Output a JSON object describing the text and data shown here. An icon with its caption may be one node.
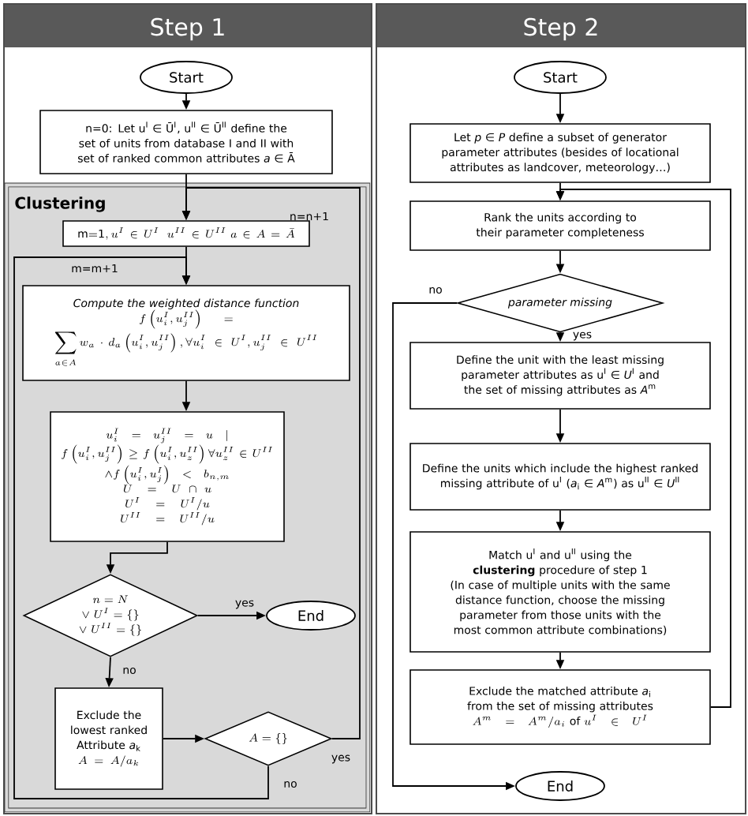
{
  "diagram": {
    "nodes": [
      {
        "text": [
          "Step 1"
        ]
      },
      {
        "text": [
          "Start"
        ],
        "in": 0
      },
      {
        "text": [
          "n=0: Let u$^{I}$ ∈ Ū$^{I}$, u$^{II}$ ∈ Ū$^{II}$ define the set of units from database I and II with set of ranked common attributes *a* ∈ Ā"
        ],
        "in": 0
      },
      {
        "text": [
          "Clustering"
        ],
        "in": 0
      },
      {
        "text": [
          "\\mathrm{m{=}1}, u^{I} \\in U^{I}\\ \\ u^{II} \\in U^{II}\\ a \\in A = \\bar{A}"
        ],
        "in": 3
      },
      {
        "text": [
          "Compute the weighted distance function",
          "f\\left(u^{I}_{i}, u^{II}_{j}\\right) =",
          "\\sum_{a \\in A} w_{a} \\cdot d_{a}\\left(u^{I}_{i}, u^{II}_{j}\\right), \\forall u^{I}_{i} \\in U^{I}, u^{II}_{j} \\in U^{II}"
        ],
        "in": 3
      },
      {
        "text": [
          "u^{I}_{i} = u^{II}_{j} = u \\mid",
          "f\\left(u^{I}_{i}, u^{II}_{j}\\right) \\geq f\\left(u^{I}_{i}, u^{II}_{z}\\right) \\forall u^{II}_{z} \\in U^{II}",
          "\\wedge f\\left(u^{I}_{i}, u^{I}_{j}\\right) < b_{n,m}",
          "U = U \\cap u",
          "U^{I} = U^{I}/u",
          "U^{II} = U^{II}/u"
        ],
        "in": 3
      },
      {
        "text": [
          "n = N",
          "\\vee\\ U^{I} = \\{\\}",
          "\\vee\\ U^{II} = \\{\\}"
        ],
        "in": 3
      },
      {
        "text": [
          "End"
        ],
        "in": 3
      },
      {
        "text": [
          "Exclude the lowest ranked Attribute *a*$_{k}$",
          "A = A/a_{k}"
        ],
        "in": 3
      },
      {
        "text": [
          "A = \\{\\}"
        ],
        "in": 3
      },
      {
        "text": [
          "Step 2"
        ]
      },
      {
        "text": [
          "Start"
        ],
        "in": 11
      },
      {
        "text": [
          "Let *p* ∈ *P* define a subset of generator parameter attributes (besides of locational attributes as landcover, meteorology…)"
        ],
        "in": 11
      },
      {
        "text": [
          "Rank the units according to their parameter completeness"
        ],
        "in": 11
      },
      {
        "text": [
          "parameter missing"
        ],
        "in": 11
      },
      {
        "text": [
          "Define the unit with the least missing parameter attributes as u$^{I}$ ∈ *U*$^{I}$ and the set of missing attributes as *A*$^{m}$"
        ],
        "in": 11
      },
      {
        "text": [
          "Define the units which include the highest ranked missing attribute of u$^{I}$ (*a*$_{i}$ ∈ *A*$^{m}$) as u$^{II}$ ∈ *U*$^{II}$"
        ],
        "in": 11
      },
      {
        "text": [
          "Match u$^{I}$ and u$^{II}$ using the **clustering** procedure of step 1",
          "(In case of multiple units with the same distance function, choose the missing parameter from those units with the most common attribute combinations)"
        ],
        "in": 11
      },
      {
        "text": [
          "Exclude the matched attribute *a*$_{i}$ from the set of missing attributes",
          "A^{m} = A^{m}/a_{i}\\ \\mathrm{of}\\ u^{I} \\in U^{I}"
        ],
        "in": 11
      },
      {
        "text": [
          "End"
        ],
        "in": 11
      }
    ],
    "edges": [
      {
        "from": 1,
        "to": 2,
        "arrow": "to"
      },
      {
        "from": 2,
        "to": 4,
        "arrow": "to"
      },
      {
        "from": 4,
        "to": 5,
        "arrow": "to"
      },
      {
        "from": 5,
        "to": 6,
        "arrow": "to"
      },
      {
        "from": 6,
        "to": 7,
        "arrow": "to"
      },
      {
        "from": 7,
        "to": 8,
        "arrow": "to",
        "label": "yes"
      },
      {
        "from": 7,
        "to": 9,
        "arrow": "to",
        "label": "no"
      },
      {
        "from": 9,
        "to": 10,
        "arrow": "to"
      },
      {
        "from": 10,
        "to": 4,
        "arrow": "to",
        "label": "yes"
      },
      {
        "from": 10,
        "to": 5,
        "arrow": "to",
        "label": "no"
      },
      {
        "from": 12,
        "to": 13,
        "arrow": "to"
      },
      {
        "from": 13,
        "to": 14,
        "arrow": "to"
      },
      {
        "from": 14,
        "to": 15,
        "arrow": "to"
      },
      {
        "from": 15,
        "to": 16,
        "arrow": "to",
        "label": "yes"
      },
      {
        "from": 16,
        "to": 17,
        "arrow": "to"
      },
      {
        "from": 17,
        "to": 18,
        "arrow": "to"
      },
      {
        "from": 18,
        "to": 19,
        "arrow": "to"
      },
      {
        "from": 19,
        "to": 14,
        "arrow": "to"
      },
      {
        "from": 15,
        "to": 20,
        "arrow": "to",
        "label": "no"
      }
    ],
    "labels": [
      "n=n+1",
      "m=m+1"
    ]
  }
}
